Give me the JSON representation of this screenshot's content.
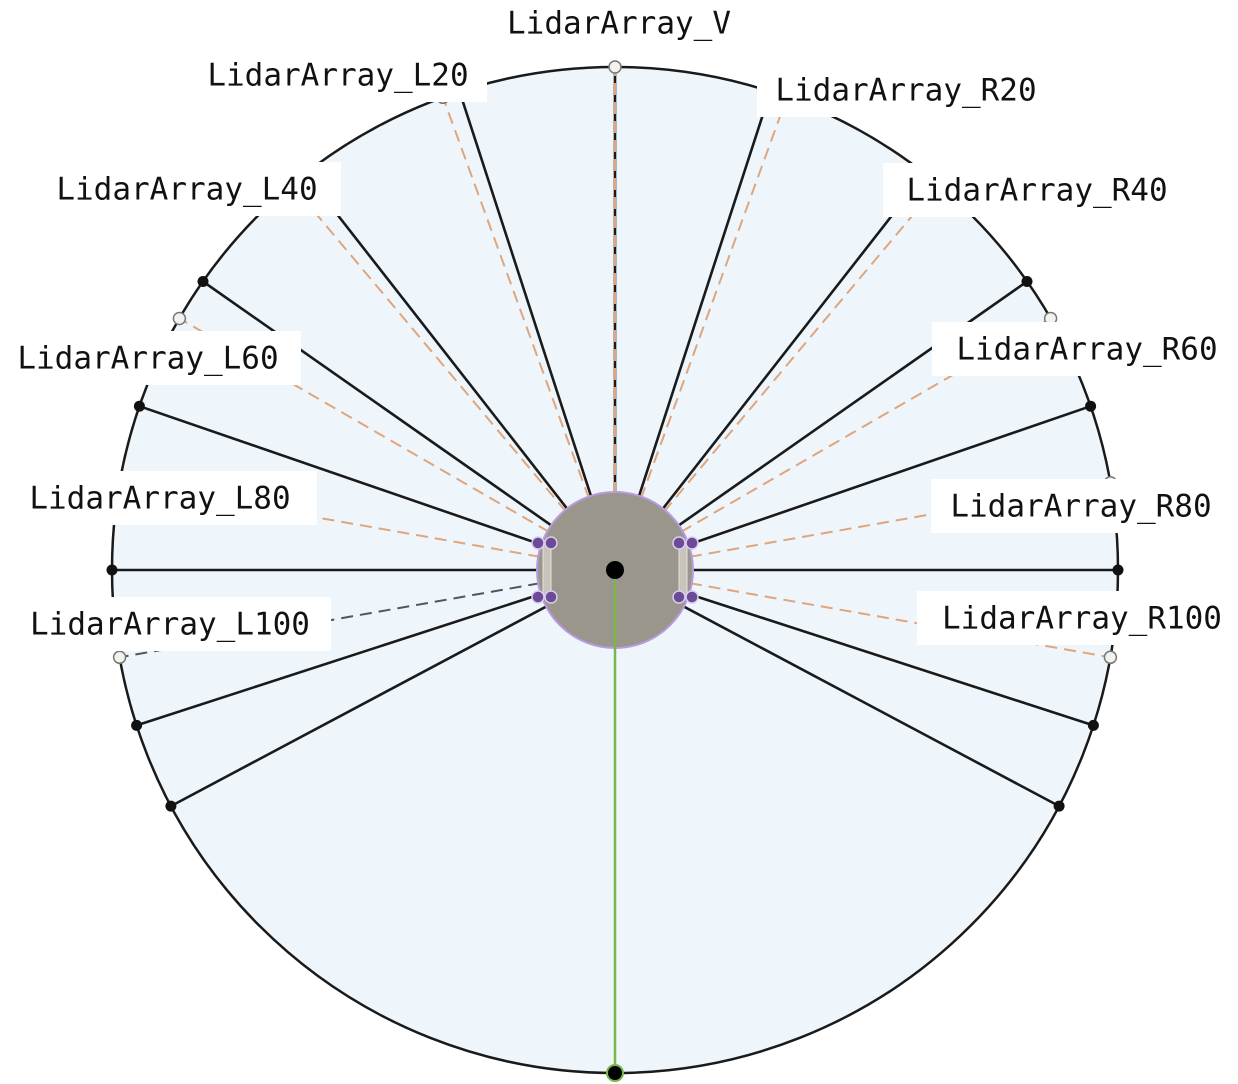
{
  "sensors": [
    {
      "id": "V",
      "label": "LidarArray_V",
      "angle_deg": 0
    },
    {
      "id": "L20",
      "label": "LidarArray_L20",
      "angle_deg": -20
    },
    {
      "id": "R20",
      "label": "LidarArray_R20",
      "angle_deg": 20
    },
    {
      "id": "L40",
      "label": "LidarArray_L40",
      "angle_deg": -40
    },
    {
      "id": "R40",
      "label": "LidarArray_R40",
      "angle_deg": 40
    },
    {
      "id": "L60",
      "label": "LidarArray_L60",
      "angle_deg": -60
    },
    {
      "id": "R60",
      "label": "LidarArray_R60",
      "angle_deg": 60
    },
    {
      "id": "L80",
      "label": "LidarArray_L80",
      "angle_deg": -80
    },
    {
      "id": "R80",
      "label": "LidarArray_R80",
      "angle_deg": 80
    },
    {
      "id": "L100",
      "label": "LidarArray_L100",
      "angle_deg": -100
    },
    {
      "id": "R100",
      "label": "LidarArray_R100",
      "angle_deg": 100
    }
  ],
  "boundaries_deg": [
    -118,
    -108,
    -90,
    -71,
    -55,
    -38,
    -18,
    0,
    18,
    38,
    55,
    71,
    90,
    108,
    118,
    180
  ],
  "colors": {
    "field_fill": "#eef6fc",
    "field_stroke": "#1a1a1a",
    "boundary_line": "#1a1a1a",
    "ray_line": "#e0a57a",
    "ray_line_highlight": "#555555",
    "body_fill": "#9a968c",
    "body_stroke": "#b79be0",
    "joint": "#6b4b95",
    "rear_axis": "#7ab648"
  }
}
